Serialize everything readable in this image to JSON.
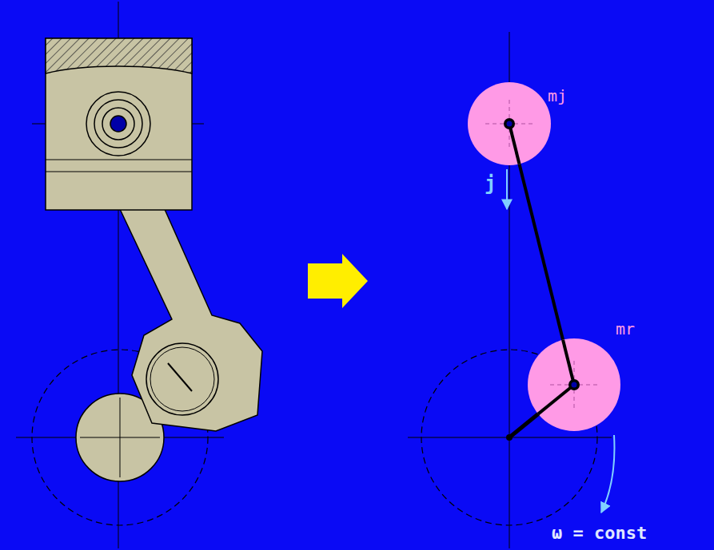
{
  "diagram": {
    "nodes": [
      {
        "text": [
          "mj"
        ]
      },
      {
        "text": [
          "mr"
        ]
      }
    ],
    "edges": [
      {
        "from": 0,
        "to": 1,
        "arrow": "none"
      }
    ],
    "labels": [
      "j",
      "ω = const"
    ]
  }
}
